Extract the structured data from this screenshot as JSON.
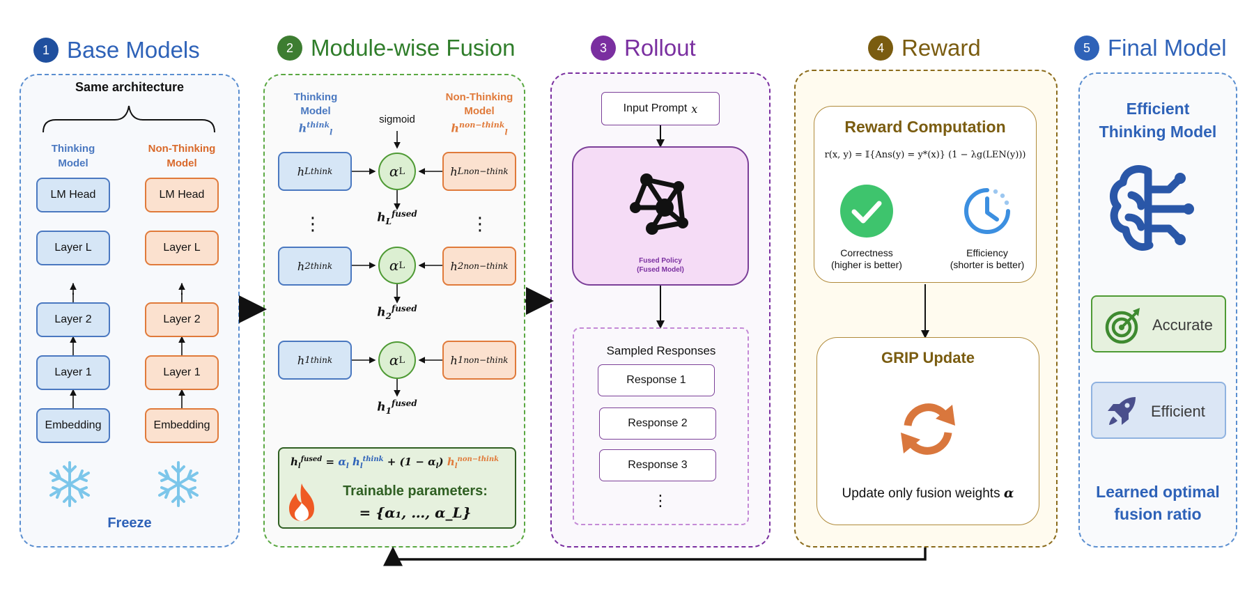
{
  "stages": [
    {
      "num": "1",
      "title": "Base Models",
      "color": "#2e62b8"
    },
    {
      "num": "2",
      "title": "Module-wise Fusion",
      "color": "#2f7d2a"
    },
    {
      "num": "3",
      "title": "Rollout",
      "color": "#7a2fa0"
    },
    {
      "num": "4",
      "title": "Reward",
      "color": "#7a5c10"
    },
    {
      "num": "5",
      "title": "Final Model",
      "color": "#2e62b8"
    }
  ],
  "base_models": {
    "same_arch": "Same architecture",
    "thinking_label": "Thinking\nModel",
    "non_thinking_label": "Non-Thinking\nModel",
    "layers": [
      "LM Head",
      "Layer L",
      "⋮",
      "Layer 2",
      "Layer 1",
      "Embedding"
    ],
    "freeze": "Freeze"
  },
  "fusion": {
    "thinking_label": "Thinking\nModel",
    "non_thinking_label": "Non-Thinking\nModel",
    "thinking_sym": "h",
    "thinking_sup": "think",
    "thinking_sub": "l",
    "non_thinking_sup": "non−think",
    "sigmoid": "sigmoid",
    "rows": [
      {
        "sub": "L",
        "alpha": "α",
        "alpha_sub": "L",
        "fused_sub": "L"
      },
      {
        "sub": "2",
        "alpha": "α",
        "alpha_sub": "L",
        "fused_sub": "2"
      },
      {
        "sub": "1",
        "alpha": "α",
        "alpha_sub": "L",
        "fused_sub": "1"
      }
    ],
    "fused_sup": "fused",
    "vdots": "⋮",
    "formula_eq": "=",
    "formula_alpha": "α",
    "formula_plus": "+ (1 −",
    "formula_close": ")",
    "trainable_title": "Trainable parameters:",
    "trainable_set": "= {α₁, …, α_L}"
  },
  "rollout": {
    "input_prompt": "Input Prompt",
    "input_var": "x",
    "policy_line1": "Fused Policy",
    "policy_line2": "(Fused Model)",
    "sampled": "Sampled Responses",
    "responses": [
      "Response 1",
      "Response 2",
      "Response 3"
    ],
    "more": "⋮"
  },
  "reward": {
    "title": "Reward Computation",
    "formula": "r(x, y) = 𝕀{Ans(y) = y*(x)} (1 − λg(LEN(y)))",
    "correctness": "Correctness",
    "correctness_note": "(higher is better)",
    "efficiency": "Efficiency",
    "efficiency_note": "(shorter is better)",
    "grip_title": "GRIP Update",
    "grip_text": "Update only fusion weights",
    "grip_symbol": "α"
  },
  "final": {
    "title_line1": "Efficient",
    "title_line2": "Thinking Model",
    "accurate": "Accurate",
    "efficient": "Efficient",
    "learned_line1": "Learned optimal",
    "learned_line2": "fusion ratio"
  },
  "colors": {
    "blue": "#2e62b8",
    "green": "#2f7d2a",
    "purple": "#7a2fa0",
    "gold": "#7a5c10",
    "orange": "#e07a3a",
    "check_green": "#3ec46d",
    "clock_blue": "#3c8fe0"
  }
}
